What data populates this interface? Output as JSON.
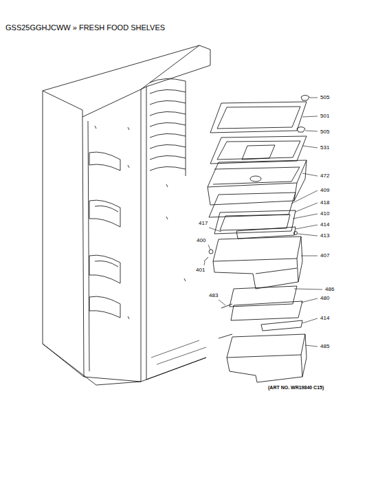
{
  "diagram": {
    "title": "GSS25GGHJCWW » FRESH FOOD SHELVES",
    "caption": "(ART NO. WR19840 C15)",
    "labels": [
      "505",
      "501",
      "505",
      "531",
      "472",
      "409",
      "418",
      "410",
      "417",
      "414",
      "413",
      "400",
      "407",
      "401",
      "486",
      "483",
      "480",
      "414",
      "485"
    ]
  }
}
